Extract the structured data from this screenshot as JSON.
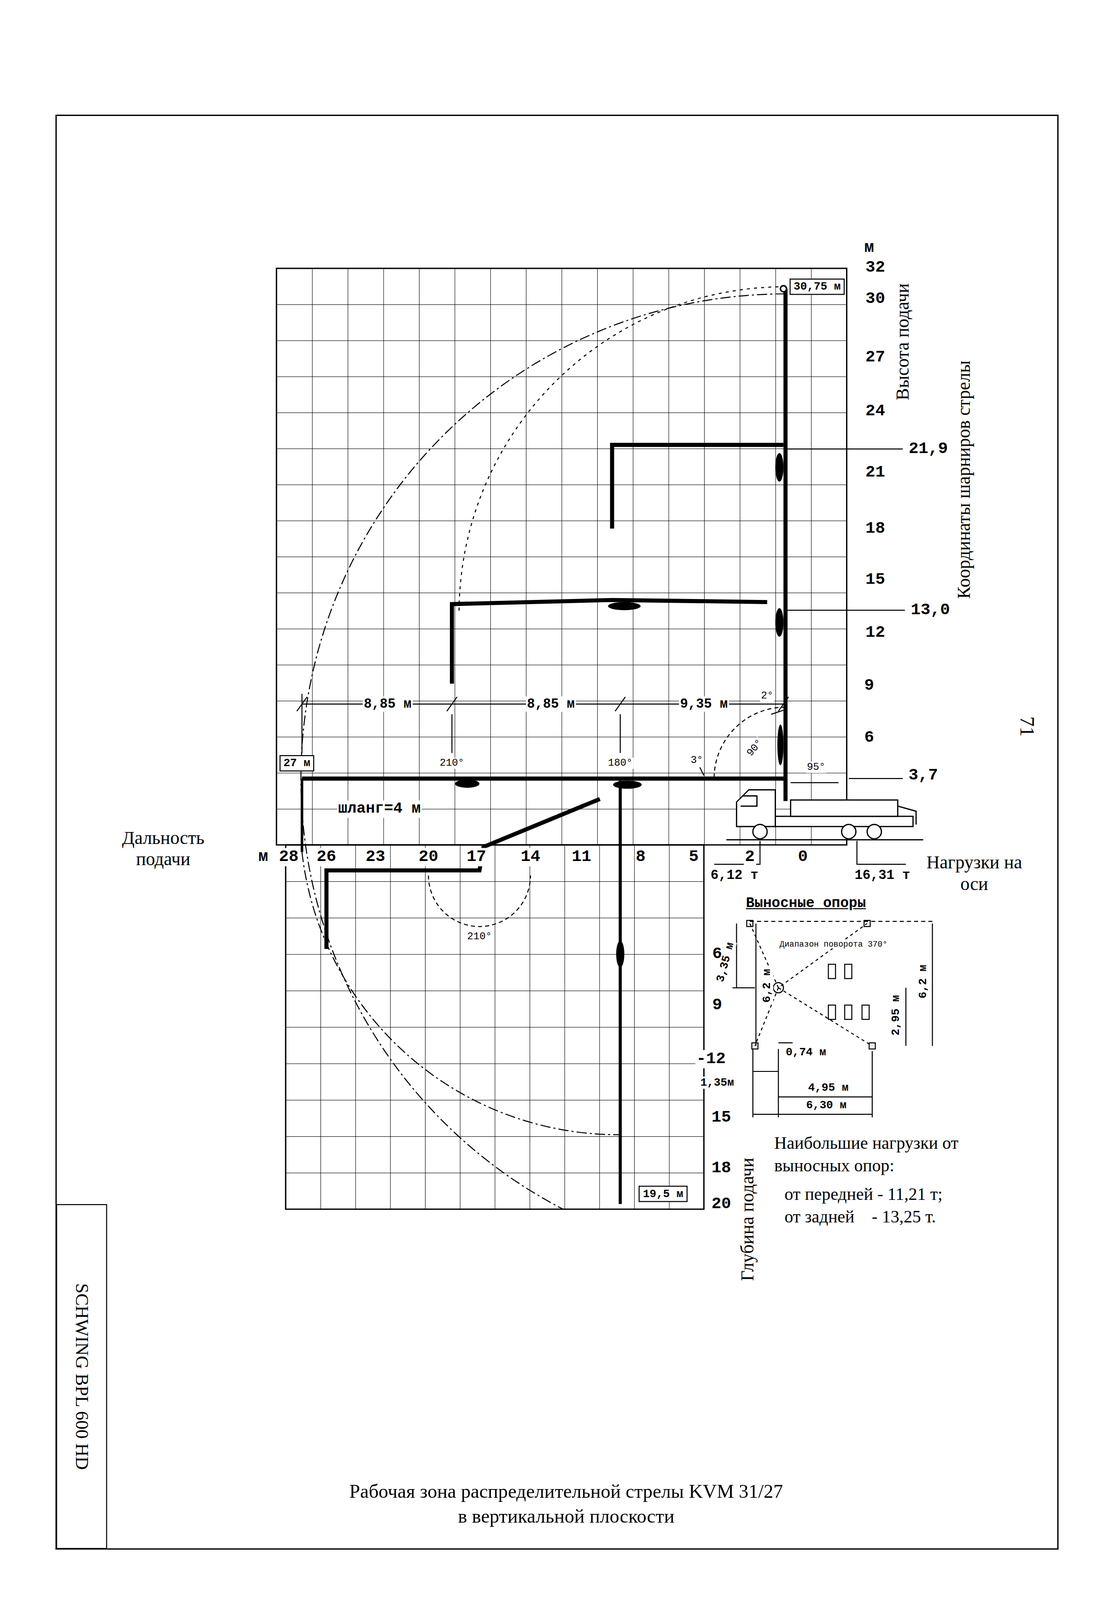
{
  "diagram": {
    "caption": "Рабочая зона распределительной стрелы KVM 31/27 в вертикальной плоскости",
    "nodes": [
      {
        "text": [
          "30,75 м"
        ]
      },
      {
        "text": [
          "27 м"
        ]
      },
      {
        "text": [
          "19,5 м"
        ]
      },
      {
        "text": [
          "SCHWING BPL 600 HD"
        ]
      }
    ],
    "labels": [
      "м",
      "32",
      "30",
      "27",
      "24",
      "21",
      "18",
      "15",
      "12",
      "9",
      "6",
      "21,9",
      "13,0",
      "3,7",
      "Высота подачи",
      "Координаты шарниров стрелы",
      "м",
      "28",
      "26",
      "23",
      "20",
      "17",
      "14",
      "11",
      "8",
      "5",
      "2",
      "0",
      "Дальность подачи",
      "6,12 т",
      "16,31 т",
      "Нагрузки на оси",
      "8,85 м",
      "8,85 м",
      "9,35 м",
      "2°",
      "90°",
      "3°",
      "95°",
      "210°",
      "180°",
      "шланг=4 м",
      "210°",
      "6",
      "9",
      "-12",
      "15",
      "18",
      "20",
      "Глубина подачи",
      "Выносные опоры",
      "Диапазон поворота 370°",
      "3,35 м",
      "6,2 м",
      "6,2 м",
      "2,95 м",
      "0,74 м",
      "1,35м",
      "4,95 м",
      "6,30 м",
      "Наибольшие нагрузки от выносных опор:",
      "от передней - 11,21 т;",
      "от задней    - 13,25 т.",
      "71"
    ]
  }
}
